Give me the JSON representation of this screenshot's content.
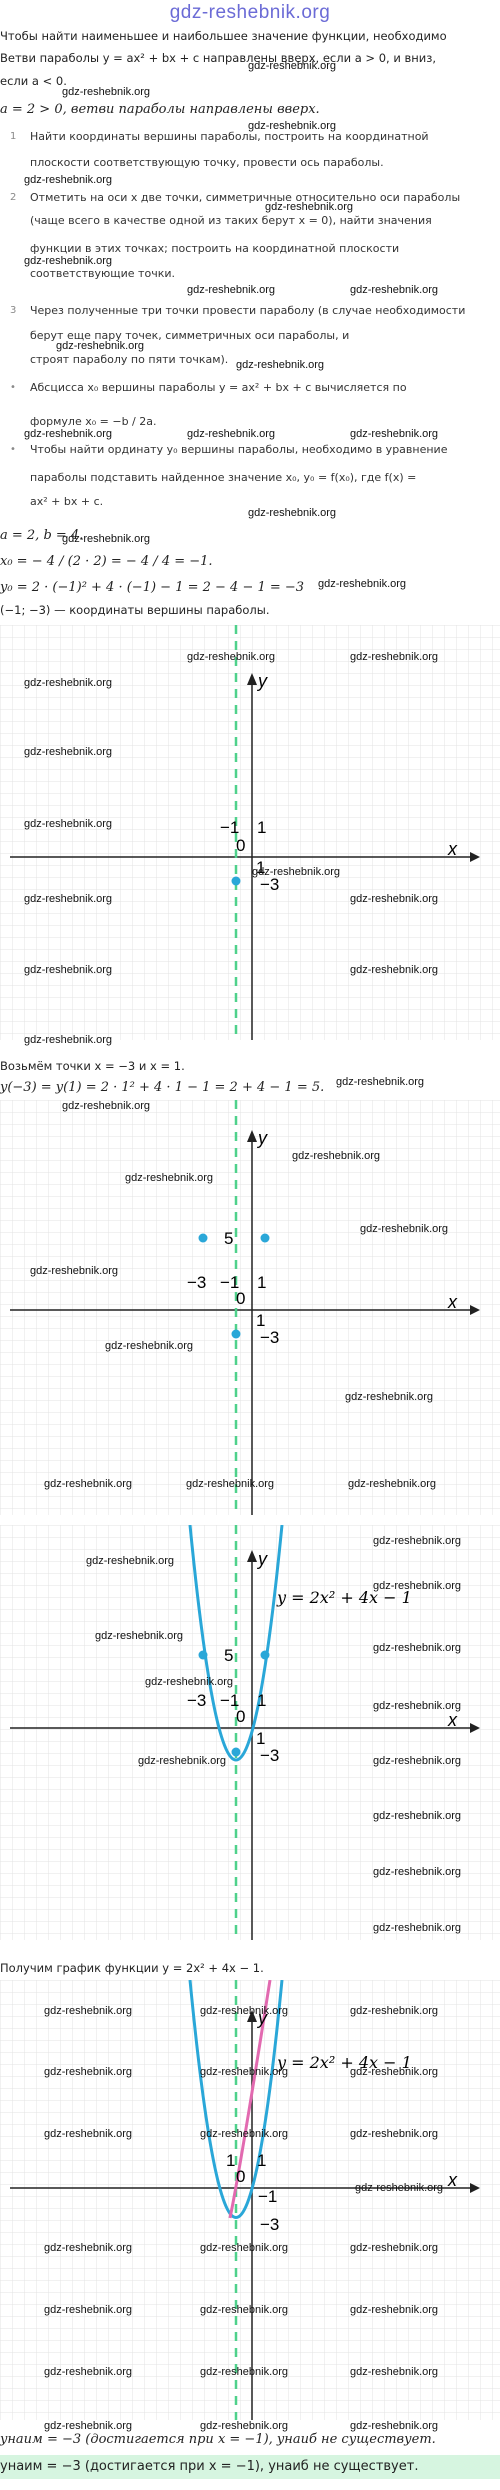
{
  "site": {
    "logo": "gdz-reshebnik.org",
    "watermark": "gdz-reshebnik.org"
  },
  "intro": {
    "line1": "Чтобы найти наименьшее и наибольшее значение функции, необходимо",
    "line2": "Ветви параболы y = ax² + bx + c направлены вверх, если a > 0, и вниз,",
    "line3": "если a < 0.",
    "line4": "a = 2 > 0, ветви параболы направлены вверх."
  },
  "steps": [
    {
      "n": "1",
      "lines": [
        "Найти координаты вершины параболы, построить на координатной",
        "плоскости соответствующую точку, провести ось параболы."
      ]
    },
    {
      "n": "2",
      "lines": [
        "Отметить на оси x две точки, симметричные относительно оси параболы",
        "(чаще всего в качестве одной из таких берут x = 0), найти значения",
        "функции в этих точках; построить на координатной плоскости",
        "соответствующие точки."
      ]
    },
    {
      "n": "3",
      "lines": [
        "Через полученные три точки провести параболу (в случае необходимости",
        "берут еще пару точек, симметричных оси параболы, и",
        "строят параболу по пяти точкам)."
      ]
    }
  ],
  "bullets": [
    {
      "lines": [
        "Абсцисса x₀ вершины параболы y = ax² + bx + c вычисляется по",
        "формуле x₀ = −b / 2a."
      ]
    },
    {
      "lines": [
        "Чтобы найти ординату y₀ вершины параболы, необходимо в уравнение",
        "параболы подставить найденное значение x₀, y₀ = f(x₀), где f(x) =",
        "ax² + bx + c."
      ]
    }
  ],
  "calc": {
    "ab": "a = 2, b = 4.",
    "x0": "x₀ = − 4 / (2 · 2) = − 4 / 4 = −1.",
    "y0": "y₀ = 2 · (−1)² + 4 · (−1) − 1 = 2 − 4 − 1 = −3",
    "vertex": "(−1; −3) — координаты вершины параболы."
  },
  "mid": {
    "take_points": "Возьмём точки x = −3 и x = 1.",
    "y_values": "y(−3) = y(1) = 2 · 1² + 4 · 1 − 1 = 2 + 4 − 1 = 5."
  },
  "graph_caption": "Получим график функции y = 2x² + 4x − 1.",
  "final": {
    "line1": "yнаим = −3 (достигается при x = −1), yнаиб не существует.",
    "answer": "yнаим = −3 (достигается при x = −1), yнаиб не существует."
  },
  "graphs": {
    "axis_x": "x",
    "axis_y": "y",
    "origin": "0",
    "tick_m1": "−1",
    "tick_1": "1",
    "tick_m3": "−3",
    "tick_5": "5",
    "func_label": "y = 2x² + 4x − 1",
    "colors": {
      "parabola": "#2aa7d8",
      "mirror": "#e26ab0",
      "axis_sym": "#4fd18b",
      "grid": "#e3e3e3"
    }
  }
}
